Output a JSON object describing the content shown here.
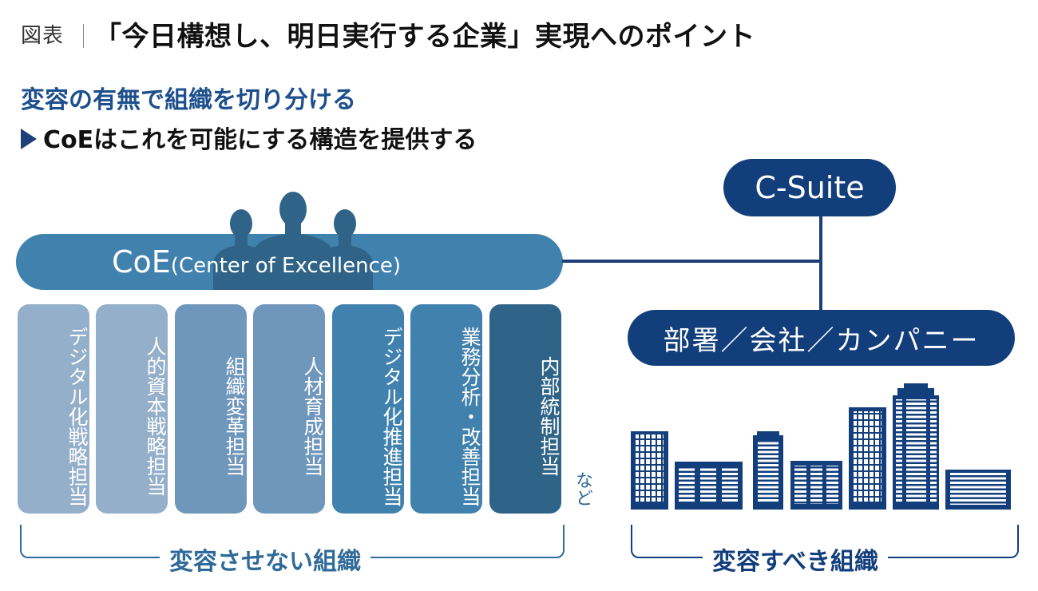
{
  "header": {
    "figure_label": "図表",
    "title": "「今日構想し、明日実行する企業」実現へのポイント",
    "subtitle1": "変容の有無で組織を切り分ける",
    "subtitle2": "CoEはこれを可能にする構造を提供する"
  },
  "coe": {
    "abbr": "CoE",
    "full": "(Center of Excellence)",
    "icon": "people-silhouette-icon"
  },
  "roles": [
    {
      "label": "デジタル化戦略担当",
      "color": "#94afca"
    },
    {
      "label": "人的資本戦略担当",
      "color": "#94afca"
    },
    {
      "label": "組織変革担当",
      "color": "#6f96bb"
    },
    {
      "label": "人材育成担当",
      "color": "#6f96bb"
    },
    {
      "label": "デジタル化推進担当",
      "color": "#4181ad"
    },
    {
      "label": "業務分析・改善担当",
      "color": "#4181ad"
    },
    {
      "label": "内部統制担当",
      "color": "#2f6488"
    }
  ],
  "roles_note": "など",
  "csuite": "C-Suite",
  "departments": "部署／会社／カンパニー",
  "buildings_icon": "office-buildings-icon",
  "brackets": {
    "left": "変容させない組織",
    "right": "変容すべき組織"
  },
  "colors": {
    "navy": "#123e7c",
    "coe_blue": "#4181ad",
    "silhouette": "#2f6488"
  }
}
